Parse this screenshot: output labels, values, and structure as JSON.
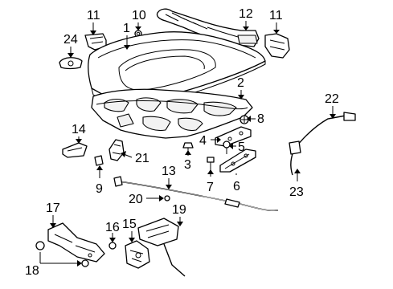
{
  "diagram": {
    "callouts": [
      {
        "id": "c1",
        "text": "1"
      },
      {
        "id": "c2",
        "text": "2"
      },
      {
        "id": "c3",
        "text": "3"
      },
      {
        "id": "c4",
        "text": "4"
      },
      {
        "id": "c5",
        "text": "5"
      },
      {
        "id": "c6",
        "text": "6"
      },
      {
        "id": "c7",
        "text": "7"
      },
      {
        "id": "c8",
        "text": "8"
      },
      {
        "id": "c9",
        "text": "9"
      },
      {
        "id": "c10",
        "text": "10"
      },
      {
        "id": "c11a",
        "text": "11"
      },
      {
        "id": "c11b",
        "text": "11"
      },
      {
        "id": "c12",
        "text": "12"
      },
      {
        "id": "c13",
        "text": "13"
      },
      {
        "id": "c14",
        "text": "14"
      },
      {
        "id": "c15",
        "text": "15"
      },
      {
        "id": "c16",
        "text": "16"
      },
      {
        "id": "c17",
        "text": "17"
      },
      {
        "id": "c18",
        "text": "18"
      },
      {
        "id": "c19",
        "text": "19"
      },
      {
        "id": "c20",
        "text": "20"
      },
      {
        "id": "c21",
        "text": "21"
      },
      {
        "id": "c22",
        "text": "22"
      },
      {
        "id": "c23",
        "text": "23"
      },
      {
        "id": "c24",
        "text": "24"
      }
    ]
  }
}
